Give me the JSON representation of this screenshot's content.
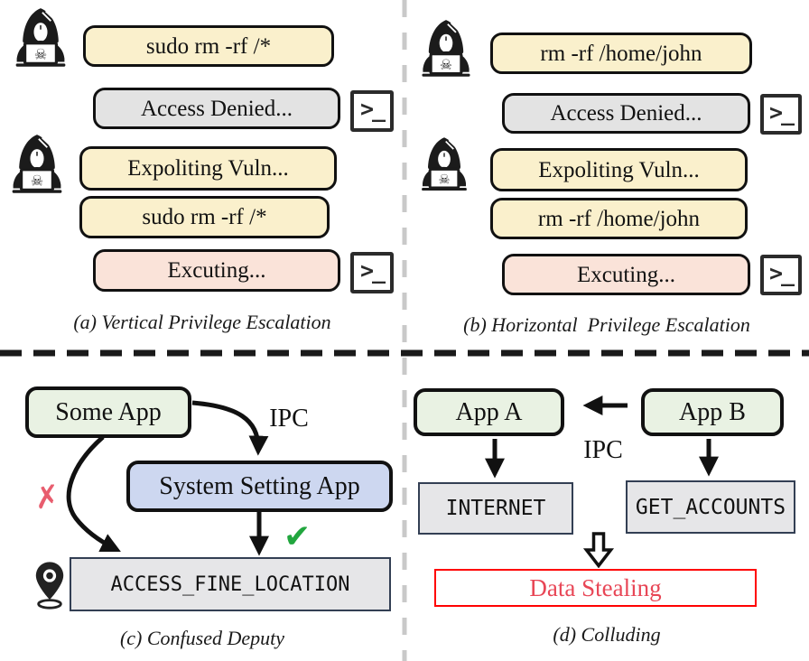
{
  "panels": {
    "a": {
      "caption": "(a) Vertical Privilege Escalation",
      "command1": "sudo rm -rf /*",
      "response1": "Access Denied...",
      "exploit": "Expoliting Vuln...",
      "command2": "sudo rm -rf /*",
      "response2": "Excuting..."
    },
    "b": {
      "caption": "(b) Horizontal  Privilege Escalation",
      "command1": "rm -rf /home/john",
      "response1": "Access Denied...",
      "exploit": "Expoliting Vuln...",
      "command2": "rm -rf /home/john",
      "response2": "Excuting..."
    },
    "c": {
      "caption": "(c) Confused Deputy",
      "some_app": "Some App",
      "system_setting_app": "System Setting App",
      "permission": "ACCESS_FINE_LOCATION",
      "ipc_label": "IPC",
      "denied_mark": "✗",
      "granted_mark": "✔"
    },
    "d": {
      "caption": "(d) Colluding",
      "app_a": "App A",
      "app_b": "App B",
      "permission_a": "INTERNET",
      "permission_b": "GET_ACCOUNTS",
      "ipc_label": "IPC",
      "result": "Data Stealing"
    }
  },
  "icons": {
    "hacker": "hooded-hacker-at-laptop",
    "skull": "☠",
    "terminal_prompt": ">_",
    "location_pin": "map-location-pin"
  },
  "colors": {
    "command_box_fill": "#FAF0CC",
    "denied_box_fill": "#E3E3E3",
    "executing_box_fill": "#FAE3D9",
    "app_box_fill": "#E9F2E3",
    "system_app_box_fill": "#CDD7F0",
    "permission_box_fill": "#E6E6E8",
    "permission_box_border": "#333F54",
    "result_box_border": "#FF0101",
    "result_text": "#E84656",
    "granted_green": "#21A63E",
    "denied_red": "#E85D6E",
    "divider_vertical": "#C9C9C9",
    "divider_horizontal": "#1A1A1A",
    "ink": "#111111"
  }
}
